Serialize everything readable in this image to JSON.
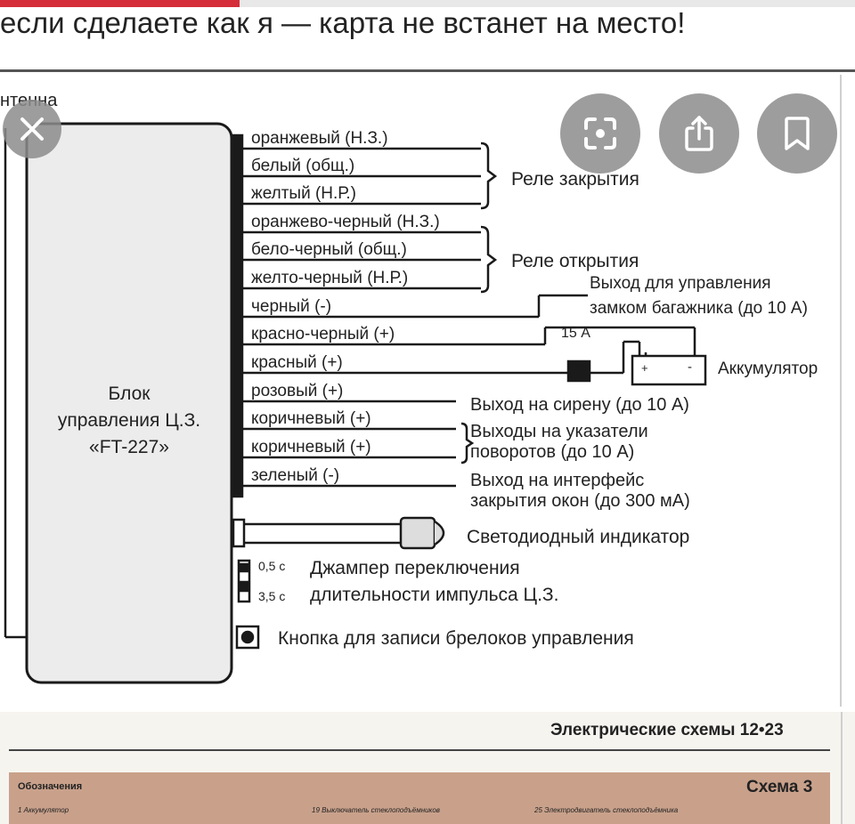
{
  "progress": {
    "fraction": 0.28,
    "color": "#d62d3a"
  },
  "caption": "если сделаете как я — карта не встанет на место!",
  "image_actions": {
    "close_icon": "close-icon",
    "lens_icon": "lens-search-icon",
    "share_icon": "share-icon",
    "bookmark_icon": "bookmark-icon"
  },
  "diagram": {
    "antenna": "нтенна",
    "block_label": [
      "Блок",
      "управления Ц.З.",
      "«FT-227»"
    ],
    "wires": [
      "оранжевый (Н.З.)",
      "белый (общ.)",
      "желтый (Н.Р.)",
      "оранжево-черный (Н.З.)",
      "бело-черный (общ.)",
      "желто-черный (Н.Р.)",
      "черный (-)",
      "красно-черный (+)",
      "красный (+)",
      "розовый (+)",
      "коричневый (+)",
      "коричневый (+)",
      "зеленый (-)"
    ],
    "relay_close": "Реле закрытия",
    "relay_open": "Реле открытия",
    "trunk_output": [
      "Выход  для управления",
      "замком багажника (до 10 А)"
    ],
    "fuse": "15 А",
    "battery": "Аккумулятор",
    "battery_plus": "+",
    "battery_minus": "-",
    "siren": "Выход  на сирену (до 10 А)",
    "turn_signals": [
      "Выходы на указатели",
      "поворотов (до 10 А)"
    ],
    "windows": [
      "Выход  на интерфейс",
      "закрытия окон (до 300 мА)"
    ],
    "led": "Светодиодный индикатор",
    "jumper_05": "0,5 с",
    "jumper_35": "3,5 с",
    "jumper_text": [
      "Джампер переключения",
      "длительности импульса Ц.З."
    ],
    "button_text": "Кнопка для записи брелоков управления"
  },
  "page_footer": {
    "section_title": "Электрические схемы 12•23",
    "legend_title": "Обозначения",
    "scheme_label": "Схема 3",
    "legend_items": [
      "1   Аккумулятор",
      "19  Выключатель стеклоподъёмников",
      "25  Электродвигатель стеклоподъёмника"
    ]
  }
}
